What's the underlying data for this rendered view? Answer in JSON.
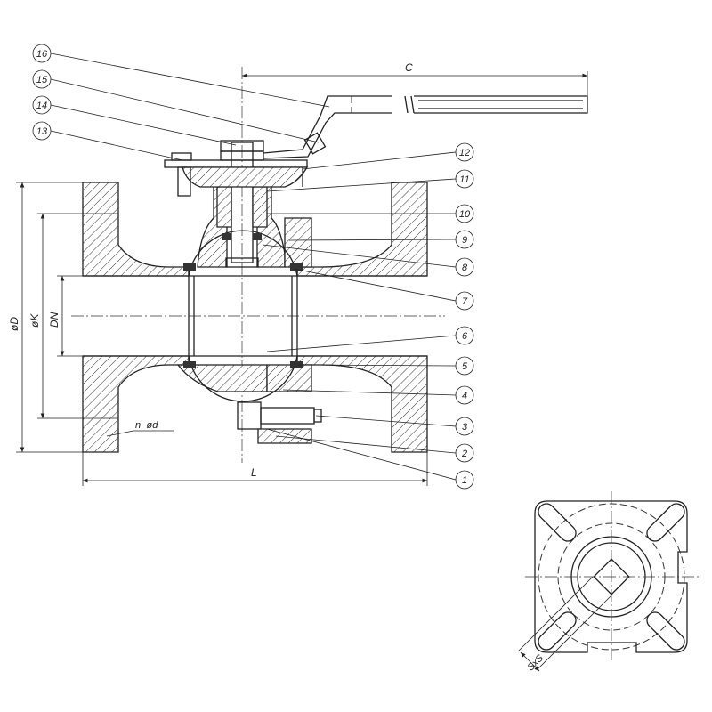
{
  "drawing": {
    "title": "Flanged ball valve sectional drawing",
    "part_callouts": [
      "1",
      "2",
      "3",
      "4",
      "5",
      "6",
      "7",
      "8",
      "9",
      "10",
      "11",
      "12",
      "13",
      "14",
      "15",
      "16"
    ],
    "dimensions": {
      "handle_length": "C",
      "face_to_face": "L",
      "flange_diameter": "øD",
      "bolt_circle": "øK",
      "nominal_diameter": "DN",
      "bolt_holes": "n−ød",
      "stem_square": "SxS"
    }
  }
}
